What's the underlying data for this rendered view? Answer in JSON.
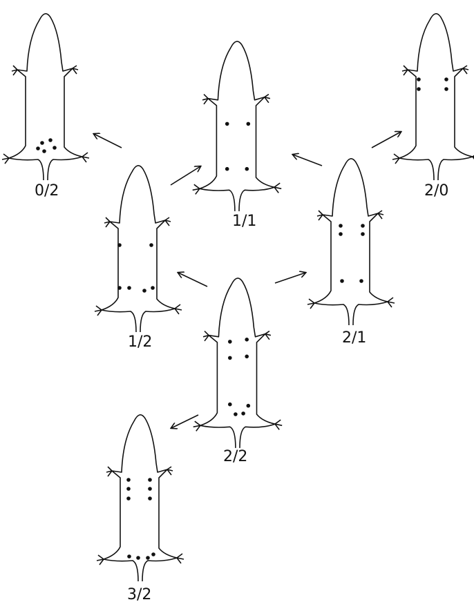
{
  "figure": {
    "specimens": [
      {
        "id": "s-0-2",
        "label": "0/2",
        "thoracic_pairs": 0,
        "abdominal": "2 pairs"
      },
      {
        "id": "s-1-2",
        "label": "1/2",
        "thoracic_pairs": 1,
        "abdominal": "2 pairs"
      },
      {
        "id": "s-1-1",
        "label": "1/1",
        "thoracic_pairs": 1,
        "abdominal": "1 pair"
      },
      {
        "id": "s-2-0",
        "label": "2/0",
        "thoracic_pairs": 2,
        "abdominal": "none"
      },
      {
        "id": "s-2-1",
        "label": "2/1",
        "thoracic_pairs": 2,
        "abdominal": "1 pair"
      },
      {
        "id": "s-2-2",
        "label": "2/2",
        "thoracic_pairs": 2,
        "abdominal": "2 pairs"
      },
      {
        "id": "s-3-2",
        "label": "3/2",
        "thoracic_pairs": 3,
        "abdominal": "2 pairs"
      }
    ],
    "arrows": [
      {
        "from": "1/2",
        "to": "0/2"
      },
      {
        "from": "1/2",
        "to": "1/1"
      },
      {
        "from": "2/1",
        "to": "1/1"
      },
      {
        "from": "2/1",
        "to": "2/0"
      },
      {
        "from": "2/2",
        "to": "1/2"
      },
      {
        "from": "2/2",
        "to": "2/1"
      },
      {
        "from": "2/2",
        "to": "3/2"
      }
    ],
    "colors": {
      "ink": "#111111",
      "paper": "#ffffff",
      "showthrough": "#d9d9d9"
    }
  }
}
